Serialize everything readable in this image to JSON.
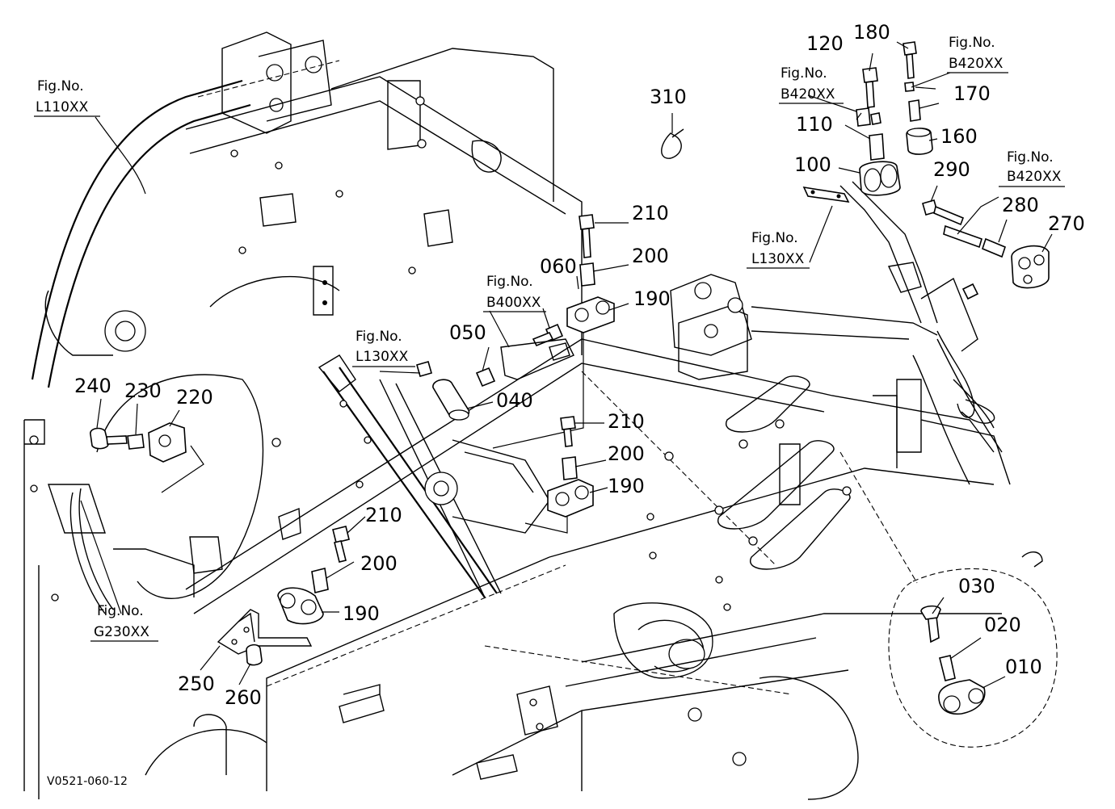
{
  "diagram": {
    "drawing_code": "V0521-060-12",
    "part_labels": [
      {
        "id": "p310",
        "text": "310"
      },
      {
        "id": "p120",
        "text": "120"
      },
      {
        "id": "p180",
        "text": "180"
      },
      {
        "id": "p170",
        "text": "170"
      },
      {
        "id": "p110",
        "text": "110"
      },
      {
        "id": "p160",
        "text": "160"
      },
      {
        "id": "p100",
        "text": "100"
      },
      {
        "id": "p290",
        "text": "290"
      },
      {
        "id": "p280",
        "text": "280"
      },
      {
        "id": "p270",
        "text": "270"
      },
      {
        "id": "p210a",
        "text": "210"
      },
      {
        "id": "p200a",
        "text": "200"
      },
      {
        "id": "p060",
        "text": "060"
      },
      {
        "id": "p190a",
        "text": "190"
      },
      {
        "id": "p050",
        "text": "050"
      },
      {
        "id": "p040",
        "text": "040"
      },
      {
        "id": "p240",
        "text": "240"
      },
      {
        "id": "p230",
        "text": "230"
      },
      {
        "id": "p220",
        "text": "220"
      },
      {
        "id": "p210b",
        "text": "210"
      },
      {
        "id": "p200b",
        "text": "200"
      },
      {
        "id": "p190b",
        "text": "190"
      },
      {
        "id": "p210c",
        "text": "210"
      },
      {
        "id": "p200c",
        "text": "200"
      },
      {
        "id": "p190c",
        "text": "190"
      },
      {
        "id": "p250",
        "text": "250"
      },
      {
        "id": "p260",
        "text": "260"
      },
      {
        "id": "p030",
        "text": "030"
      },
      {
        "id": "p020",
        "text": "020"
      },
      {
        "id": "p010",
        "text": "010"
      }
    ],
    "fig_refs": [
      {
        "id": "f_l110",
        "label": "Fig.No.",
        "code": "L110XX"
      },
      {
        "id": "f_b420a",
        "label": "Fig.No.",
        "code": "B420XX"
      },
      {
        "id": "f_b420b",
        "label": "Fig.No.",
        "code": "B420XX"
      },
      {
        "id": "f_b420c",
        "label": "Fig.No.",
        "code": "B420XX"
      },
      {
        "id": "f_l130a",
        "label": "Fig.No.",
        "code": "L130XX"
      },
      {
        "id": "f_b400",
        "label": "Fig.No.",
        "code": "B400XX"
      },
      {
        "id": "f_l130b",
        "label": "Fig.No.",
        "code": "L130XX"
      },
      {
        "id": "f_g230",
        "label": "Fig.No.",
        "code": "G230XX"
      }
    ]
  }
}
